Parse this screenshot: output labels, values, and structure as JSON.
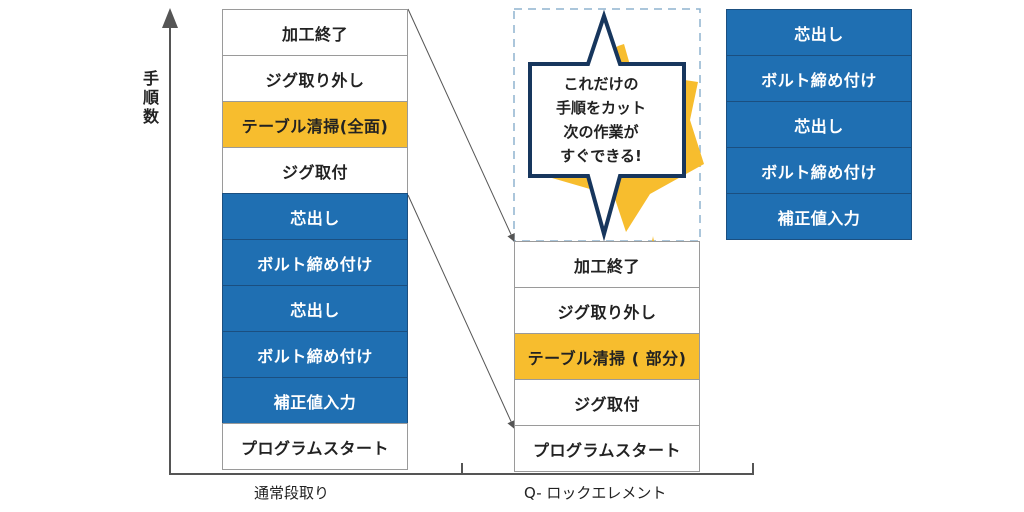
{
  "y_axis_label": "手順数",
  "columns": {
    "normal": {
      "label": "通常段取り",
      "steps": [
        {
          "text": "加工終了",
          "color": "white"
        },
        {
          "text": "ジグ取り外し",
          "color": "white"
        },
        {
          "text": "テーブル清掃(全面)",
          "color": "yellow"
        },
        {
          "text": "ジグ取付",
          "color": "white"
        },
        {
          "text": "芯出し",
          "color": "blue"
        },
        {
          "text": "ボルト締め付け",
          "color": "blue"
        },
        {
          "text": "芯出し",
          "color": "blue"
        },
        {
          "text": "ボルト締め付け",
          "color": "blue"
        },
        {
          "text": "補正値入力",
          "color": "blue"
        },
        {
          "text": "プログラムスタート",
          "color": "white"
        }
      ]
    },
    "q_lock": {
      "label": "Q- ロックエレメント",
      "steps": [
        {
          "text": "加工終了",
          "color": "white"
        },
        {
          "text": "ジグ取り外し",
          "color": "white"
        },
        {
          "text": "テーブル清掃 ( 部分)",
          "color": "yellow"
        },
        {
          "text": "ジグ取付",
          "color": "white"
        },
        {
          "text": "プログラムスタート",
          "color": "white"
        }
      ]
    },
    "removed": {
      "steps": [
        {
          "text": "芯出し",
          "color": "blue"
        },
        {
          "text": "ボルト締め付け",
          "color": "blue"
        },
        {
          "text": "芯出し",
          "color": "blue"
        },
        {
          "text": "ボルト締め付け",
          "color": "blue"
        },
        {
          "text": "補正値入力",
          "color": "blue"
        }
      ]
    }
  },
  "callout": {
    "lines": [
      "これだけの",
      "手順をカット",
      "次の作業が",
      "すぐできる!"
    ]
  },
  "colors": {
    "blue": "#1f6fb2",
    "yellow": "#f7bd2e",
    "axis": "#555555",
    "bubble_border": "#17365d",
    "dashed": "#8fb3cf"
  }
}
